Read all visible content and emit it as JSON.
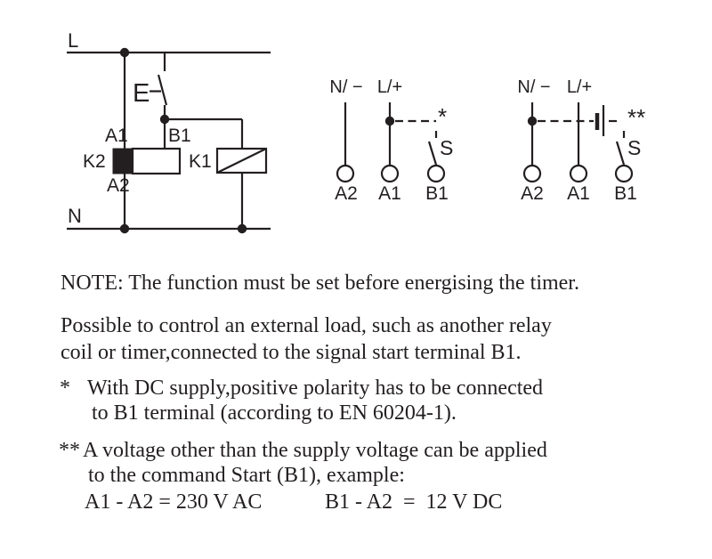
{
  "colors": {
    "ink": "#231f20",
    "paper": "#ffffff"
  },
  "circuit_diagram": {
    "line_label": "L",
    "neutral_label": "N",
    "start_switch_label": "E",
    "terminal_a1": "A1",
    "terminal_b1": "B1",
    "terminal_a2": "A2",
    "timer_ref": "K2",
    "relay_ref": "K1"
  },
  "terminal_diagram_star": {
    "neutral_label": "N/ −",
    "line_label": "L/+",
    "marker": "*",
    "switch_label": "S",
    "terminal_a2": "A2",
    "terminal_a1": "A1",
    "terminal_b1": "B1"
  },
  "terminal_diagram_double_star": {
    "neutral_label": "N/ −",
    "line_label": "L/+",
    "marker": "**",
    "switch_label": "S",
    "terminal_a2": "A2",
    "terminal_a1": "A1",
    "terminal_b1": "B1"
  },
  "notes": {
    "note": "NOTE: The function must be set before energising the timer.",
    "intro_line1": "Possible to control an external load, such as another relay",
    "intro_line2": "coil or timer,connected to the signal start terminal B1.",
    "star_marker": "*",
    "star_line1": "With DC supply,positive polarity has to be connected",
    "star_line2": "to B1 terminal (according to EN 60204-1).",
    "double_star_marker": "**",
    "double_star_line1": "A voltage other than the supply voltage can be applied",
    "double_star_line2": "to the command Start (B1), example:",
    "example_ac": "A1 - A2 = 230 V AC",
    "example_dc": "B1 - A2  =  12 V DC"
  }
}
